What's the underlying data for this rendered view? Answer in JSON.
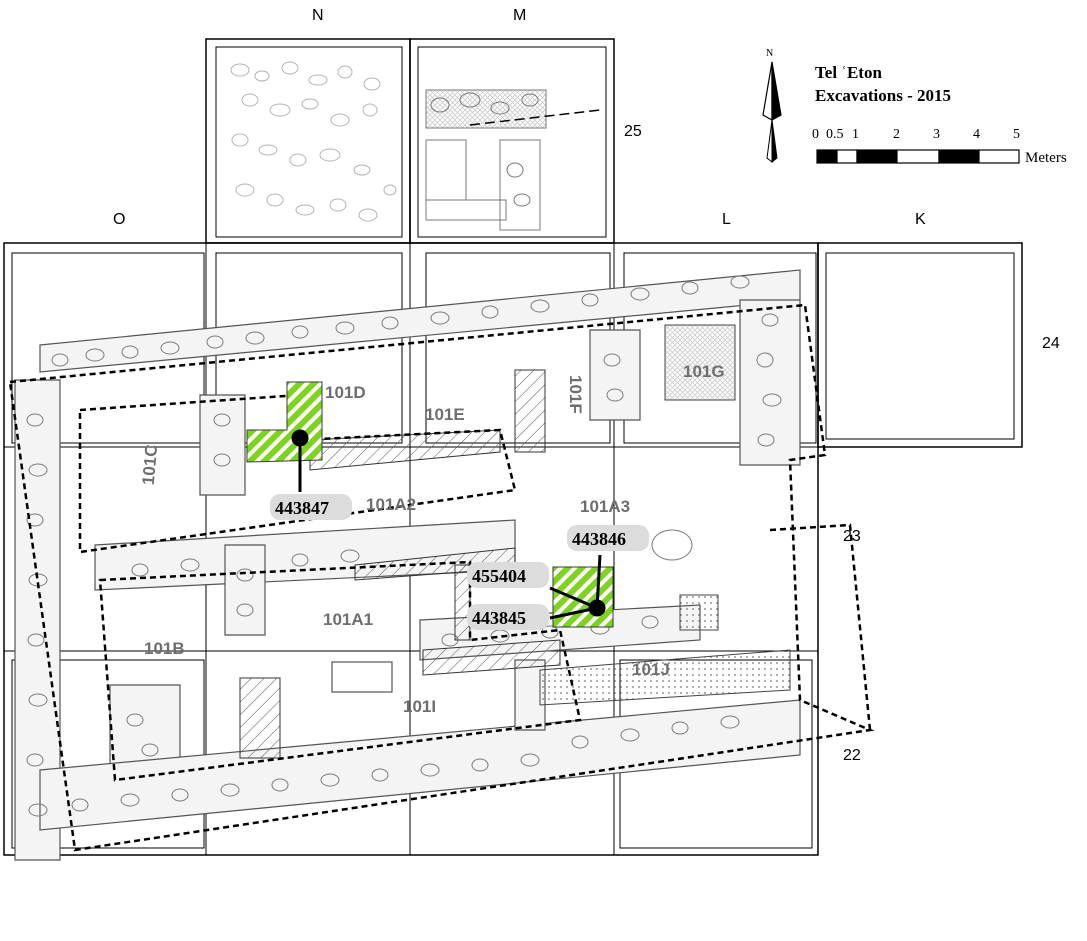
{
  "title": {
    "line1": "Tel ʿEton",
    "line2": "Excavations - 2015"
  },
  "north_label": "N",
  "scale_bar": {
    "ticks": [
      "0",
      "0.5",
      "1",
      "2",
      "3",
      "4",
      "5"
    ],
    "unit": "Meters"
  },
  "grid_columns": {
    "N": "N",
    "M": "M",
    "O": "O",
    "L": "L",
    "K": "K"
  },
  "grid_rows": {
    "r25": "25",
    "r24": "24",
    "r23": "23",
    "r22": "22"
  },
  "rooms": {
    "r101C": "101C",
    "r101D": "101D",
    "r101E": "101E",
    "r101F": "101F",
    "r101G": "101G",
    "r101A2": "101A2",
    "r101A3": "101A3",
    "r101A1": "101A1",
    "r101B": "101B",
    "r101I": "101I",
    "r101J": "101J"
  },
  "samples": {
    "s443847": "443847",
    "s443846": "443846",
    "s455404": "455404",
    "s443845": "443845"
  },
  "colors": {
    "sample_area": "#7ed321",
    "room_label": "#6e6e6e",
    "stone_outline": "#7a7a7a"
  }
}
